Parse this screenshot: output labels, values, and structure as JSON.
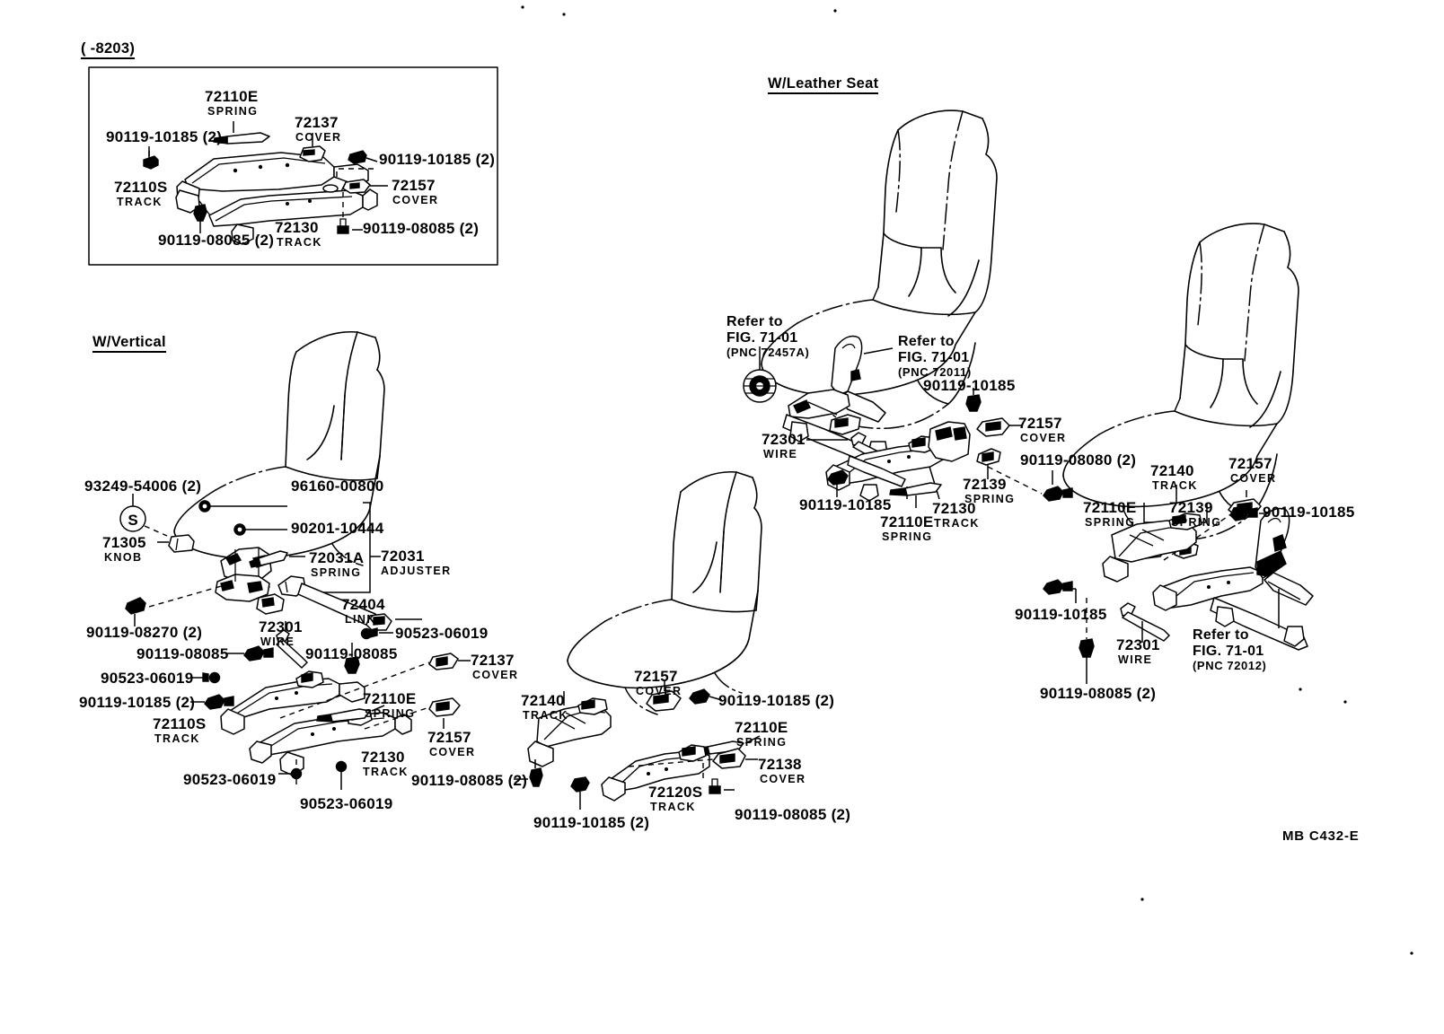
{
  "document": {
    "figure_code": "MB C432-E",
    "title": "Seat Track / Adjuster Exploded Parts Diagram"
  },
  "sections": {
    "inset": {
      "header": "(      -8203)",
      "labels": [
        {
          "pn": "72110E",
          "sub": "SPRING"
        },
        {
          "pn": "72137",
          "sub": "COVER"
        },
        {
          "pn": "90119-10185 (2)",
          "sub": ""
        },
        {
          "pn": "90119-10185 (2)",
          "sub": ""
        },
        {
          "pn": "72110S",
          "sub": "TRACK"
        },
        {
          "pn": "72157",
          "sub": "COVER"
        },
        {
          "pn": "90119-08085 (2)",
          "sub": ""
        },
        {
          "pn": "72130",
          "sub": "TRACK"
        },
        {
          "pn": "90119-08085 (2)",
          "sub": ""
        }
      ]
    },
    "vertical": {
      "header": "W/Vertical",
      "labels": [
        {
          "pn": "93249-54006 (2)",
          "sub": ""
        },
        {
          "pn": "71305",
          "sub": "KNOB"
        },
        {
          "pn": "96160-00800",
          "sub": ""
        },
        {
          "pn": "90201-10444",
          "sub": ""
        },
        {
          "pn": "72031A",
          "sub": "SPRING"
        },
        {
          "pn": "72031",
          "sub": "ADJUSTER"
        },
        {
          "pn": "72404",
          "sub": "LINK"
        },
        {
          "pn": "90119-08270 (2)",
          "sub": ""
        },
        {
          "pn": "72301",
          "sub": "WIRE"
        },
        {
          "pn": "90523-06019",
          "sub": ""
        },
        {
          "pn": "90119-08085",
          "sub": ""
        },
        {
          "pn": "90119-08085",
          "sub": ""
        },
        {
          "pn": "90523-06019",
          "sub": ""
        },
        {
          "pn": "90119-10185 (2)",
          "sub": ""
        },
        {
          "pn": "72137",
          "sub": "COVER"
        },
        {
          "pn": "72110E",
          "sub": "SPRING"
        },
        {
          "pn": "72110S",
          "sub": "TRACK"
        },
        {
          "pn": "72157",
          "sub": "COVER"
        },
        {
          "pn": "72130",
          "sub": "TRACK"
        },
        {
          "pn": "90523-06019",
          "sub": ""
        },
        {
          "pn": "90523-06019",
          "sub": ""
        }
      ]
    },
    "center": {
      "labels": [
        {
          "pn": "72157",
          "sub": "COVER"
        },
        {
          "pn": "72140",
          "sub": "TRACK"
        },
        {
          "pn": "90119-10185 (2)",
          "sub": ""
        },
        {
          "pn": "72110E",
          "sub": "SPRING"
        },
        {
          "pn": "72138",
          "sub": "COVER"
        },
        {
          "pn": "90119-08085 (2)",
          "sub": ""
        },
        {
          "pn": "72120S",
          "sub": "TRACK"
        },
        {
          "pn": "90119-10185 (2)",
          "sub": ""
        },
        {
          "pn": "90119-08085 (2)",
          "sub": ""
        }
      ]
    },
    "leather": {
      "header": "W/Leather Seat",
      "refer_left": {
        "line1": "Refer to",
        "line2": "FIG. 71-01",
        "line3": "(PNC 72457A)"
      },
      "refer_right": {
        "line1": "Refer to",
        "line2": "FIG. 71-01",
        "line3": "(PNC 72011)"
      },
      "refer_far_right": {
        "line1": "Refer to",
        "line2": "FIG. 71-01",
        "line3": "(PNC 72012)"
      },
      "labels": [
        {
          "pn": "90119-10185",
          "sub": ""
        },
        {
          "pn": "72157",
          "sub": "COVER"
        },
        {
          "pn": "90119-08080 (2)",
          "sub": ""
        },
        {
          "pn": "72301",
          "sub": "WIRE"
        },
        {
          "pn": "72139",
          "sub": "SPRING"
        },
        {
          "pn": "90119-10185",
          "sub": ""
        },
        {
          "pn": "72110E",
          "sub": "SPRING"
        },
        {
          "pn": "72130",
          "sub": "TRACK"
        },
        {
          "pn": "72140",
          "sub": "TRACK"
        },
        {
          "pn": "72157",
          "sub": "COVER"
        },
        {
          "pn": "72110E",
          "sub": "SPRING"
        },
        {
          "pn": "72139",
          "sub": "SPRING"
        },
        {
          "pn": "90119-10185",
          "sub": ""
        },
        {
          "pn": "90119-10185",
          "sub": ""
        },
        {
          "pn": "72301",
          "sub": "WIRE"
        },
        {
          "pn": "90119-08085 (2)",
          "sub": ""
        }
      ]
    }
  },
  "text": {
    "inset_header": "(      -8203)",
    "vertical_header": "W/Vertical",
    "leather_header": "W/Leather Seat",
    "figure_code": "MB C432-E",
    "i_72110E": "72110E",
    "i_spring": "SPRING",
    "i_72137": "72137",
    "i_cover1": "COVER",
    "i_bolt1": "90119-10185 (2)",
    "i_bolt2": "90119-10185 (2)",
    "i_72110S": "72110S",
    "i_track1": "TRACK",
    "i_72157": "72157",
    "i_cover2": "COVER",
    "i_bolt3": "90119-08085 (2)",
    "i_72130": "72130",
    "i_track2": "TRACK",
    "i_bolt4": "90119-08085 (2)",
    "v_93249": "93249-54006 (2)",
    "v_71305": "71305",
    "v_knob": "KNOB",
    "v_96160": "96160-00800",
    "v_90201": "90201-10444",
    "v_72031A": "72031A",
    "v_spring1": "SPRING",
    "v_72031": "72031",
    "v_adjuster": "ADJUSTER",
    "v_72404": "72404",
    "v_link": "LINK",
    "v_90119_08270": "90119-08270 (2)",
    "v_72301": "72301",
    "v_wire": "WIRE",
    "v_90523_a": "90523-06019",
    "v_90119_08085a": "90119-08085",
    "v_90119_08085b": "90119-08085",
    "v_90523_b": "90523-06019",
    "v_90119_10185": "90119-10185 (2)",
    "v_72137": "72137",
    "v_cover1": "COVER",
    "v_72110E": "72110E",
    "v_spring2": "SPRING",
    "v_72110S": "72110S",
    "v_track1": "TRACK",
    "v_72157": "72157",
    "v_cover2": "COVER",
    "v_72130": "72130",
    "v_track2": "TRACK",
    "v_90523_c": "90523-06019",
    "v_90523_d": "90523-06019",
    "c_72157": "72157",
    "c_cover1": "COVER",
    "c_72140": "72140",
    "c_track1": "TRACK",
    "c_90119_10185a": "90119-10185 (2)",
    "c_72110E": "72110E",
    "c_spring": "SPRING",
    "c_72138": "72138",
    "c_cover2": "COVER",
    "c_90119_08085a": "90119-08085 (2)",
    "c_72120S": "72120S",
    "c_track2": "TRACK",
    "c_90119_10185b": "90119-10185 (2)",
    "c_90119_08085b": "90119-08085 (2)",
    "l_refer1_a": "Refer to",
    "l_refer1_b": "FIG. 71-01",
    "l_refer1_c": "(PNC 72457A)",
    "l_refer2_a": "Refer to",
    "l_refer2_b": "FIG. 71-01",
    "l_refer2_c": "(PNC 72011)",
    "l_refer3_a": "Refer to",
    "l_refer3_b": "FIG. 71-01",
    "l_refer3_c": "(PNC 72012)",
    "l_90119_10185a": "90119-10185",
    "l_72157a": "72157",
    "l_covera": "COVER",
    "l_90119_08080": "90119-08080 (2)",
    "l_72301a": "72301",
    "l_wirea": "WIRE",
    "l_72139a": "72139",
    "l_springa": "SPRING",
    "l_90119_10185b": "90119-10185",
    "l_72110Ea": "72110E",
    "l_springb": "SPRING",
    "l_72130": "72130",
    "l_tracka": "TRACK",
    "l_72140": "72140",
    "l_trackb": "TRACK",
    "l_72157b": "72157",
    "l_coverb": "COVER",
    "l_72110Eb": "72110E",
    "l_springc": "SPRING",
    "l_72139b": "72139",
    "l_springd": "SPRING",
    "l_90119_10185c": "90119-10185",
    "l_90119_10185d": "90119-10185",
    "l_72301b": "72301",
    "l_wireb": "WIRE",
    "l_90119_08085": "90119-08085 (2)"
  }
}
